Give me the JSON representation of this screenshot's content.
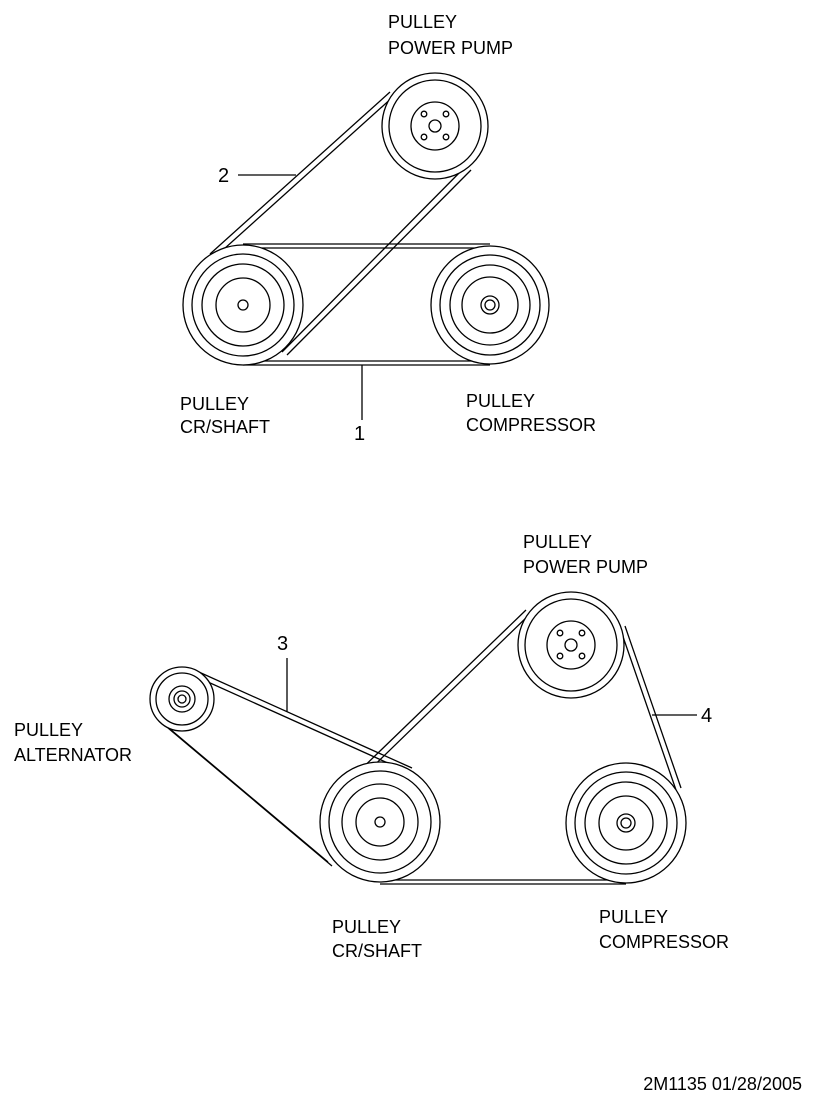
{
  "top_diagram": {
    "labels": {
      "power_pump": [
        "PULLEY",
        "POWER  PUMP"
      ],
      "crankshaft": [
        "PULLEY",
        "CR/SHAFT"
      ],
      "compressor": [
        "PULLEY",
        "COMPRESSOR"
      ]
    },
    "callouts": {
      "belt_1": "1",
      "belt_2": "2"
    }
  },
  "bottom_diagram": {
    "labels": {
      "power_pump": [
        "PULLEY",
        "POWER  PUMP"
      ],
      "alternator": [
        "PULLEY",
        "ALTERNATOR"
      ],
      "crankshaft": [
        "PULLEY",
        "CR/SHAFT"
      ],
      "compressor": [
        "PULLEY",
        "COMPRESSOR"
      ]
    },
    "callouts": {
      "belt_3": "3",
      "belt_4": "4"
    }
  },
  "footer": {
    "drawing_code": "2M1135  01/28/2005"
  }
}
